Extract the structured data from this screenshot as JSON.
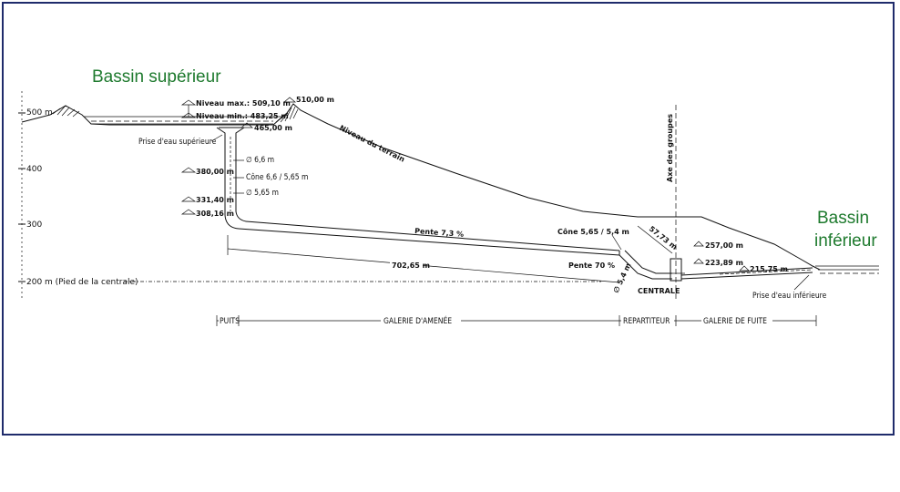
{
  "basins": {
    "upper": "Bassin supérieur",
    "lower_line1": "Bassin",
    "lower_line2": "inférieur"
  },
  "elevation_axis": {
    "tick_500": "500 m",
    "tick_400": "400",
    "tick_300": "300",
    "tick_200": "200 m  (Pied de la centrale)"
  },
  "levels": {
    "max": "Niveau  max.: 509,10 m",
    "min": "Niveau  min.: 483,25 m",
    "crest": "510,00 m",
    "intake": "465,00 m",
    "l380": "380,00 m",
    "l331": "331,40 m",
    "l308": "308,16 m",
    "l257": "257,00 m",
    "l223": "223,89 m",
    "l215": "215,75 m"
  },
  "annotations": {
    "terrain": "Niveau du terrain",
    "upper_intake": "Prise d'eau supérieure",
    "diameter_66": "∅ 6,6 m",
    "cone_top": "Cône 6,6 / 5,65 m",
    "diameter_565": "∅ 5,65 m",
    "slope_73": "Pente 7,3 %",
    "cone_bottom": "Cône 5,65 / 5,4 m",
    "slope_70": "Pente 70 %",
    "length_5773": "57,73 m",
    "length_70265": "702,65 m",
    "diameter_54": "∅ 5,4 m",
    "centrale": "CENTRALE",
    "axe_groupes": "Axe des groupes",
    "lower_intake": "Prise d'eau inférieure"
  },
  "sections": {
    "puits": "PUITS",
    "galerie_amenee": "GALERIE  D'AMENÉE",
    "repartiteur": "REPARTITEUR",
    "galerie_fuite": "GALERIE  DE  FUITE"
  },
  "colors": {
    "frame": "#1f2b6b",
    "basin_label": "#1e7a2e",
    "ink": "#111111"
  }
}
